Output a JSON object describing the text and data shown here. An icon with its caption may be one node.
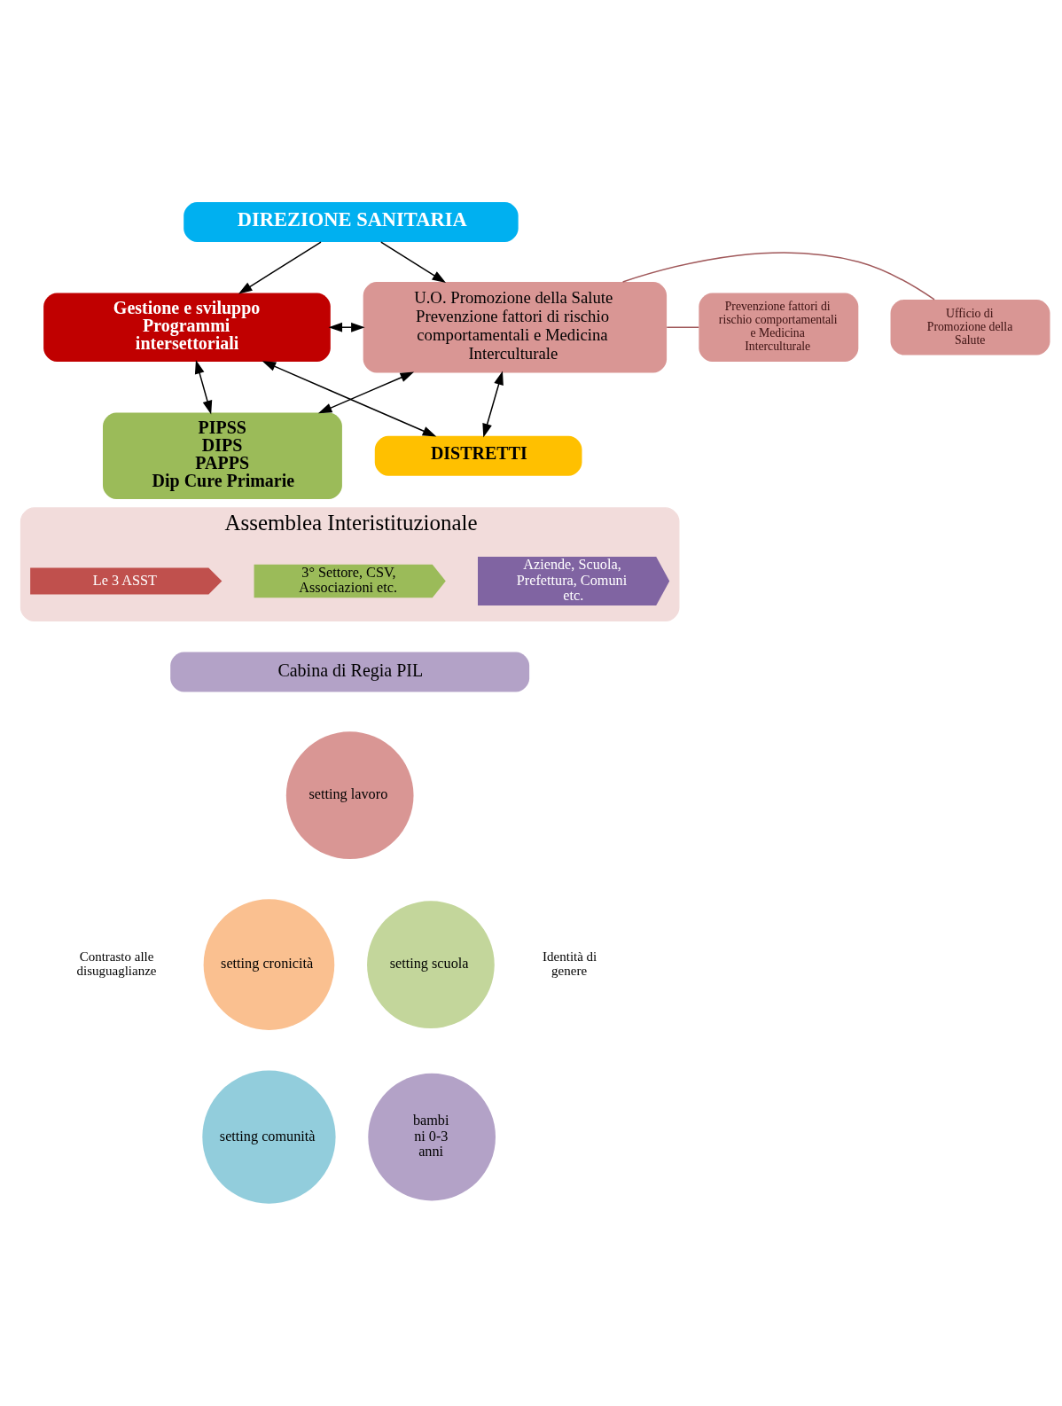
{
  "diagram": {
    "nodes": [
      {
        "text": [
          "DIREZIONE SANITARIA"
        ]
      },
      {
        "text": [
          "Gestione e sviluppo Programmi intersettoriali"
        ]
      },
      {
        "text": [
          "U.O. Promozione della Salute Prevenzione fattori di rischio comportamentali e Medicina Interculturale"
        ]
      },
      {
        "text": [
          "Prevenzione fattori di rischio comportamentali e Medicina Interculturale"
        ]
      },
      {
        "text": [
          "Ufficio di Promozione della Salute"
        ]
      },
      {
        "text": [
          "PIPSS",
          "DIPS",
          "PAPPS",
          "Dip Cure Primarie"
        ]
      },
      {
        "text": [
          "DISTRETTI"
        ]
      },
      {
        "text": [
          "Assemblea Interistituzionale"
        ]
      },
      {
        "text": [
          "Le 3 ASST"
        ],
        "in": 7
      },
      {
        "text": [
          "3° Settore, CSV, Associazioni etc."
        ],
        "in": 7
      },
      {
        "text": [
          "Aziende, Scuola, Prefettura, Comuni etc."
        ],
        "in": 7
      },
      {
        "text": [
          "Cabina di Regia PIL"
        ]
      },
      {
        "text": [
          "setting lavoro"
        ]
      },
      {
        "text": [
          "setting cronicità"
        ]
      },
      {
        "text": [
          "setting scuola"
        ]
      },
      {
        "text": [
          "setting comunità"
        ]
      },
      {
        "text": [
          "bambi ni 0-3 anni"
        ]
      }
    ],
    "edges": [
      {
        "from": 0,
        "to": 1,
        "arrow": "to"
      },
      {
        "from": 0,
        "to": 2,
        "arrow": "to"
      },
      {
        "from": 1,
        "to": 2,
        "arrow": "both"
      },
      {
        "from": 2,
        "to": 3,
        "arrow": "none",
        "color": "#a0585a"
      },
      {
        "from": 2,
        "to": 4,
        "arrow": "none",
        "color": "#a0585a"
      },
      {
        "from": 1,
        "to": 5,
        "arrow": "both"
      },
      {
        "from": 1,
        "to": 6,
        "arrow": "both"
      },
      {
        "from": 2,
        "to": 5,
        "arrow": "both"
      },
      {
        "from": 2,
        "to": 6,
        "arrow": "both"
      }
    ],
    "labels": [
      "Contrasto alle disuguaglianze",
      "Identità di genere"
    ]
  }
}
